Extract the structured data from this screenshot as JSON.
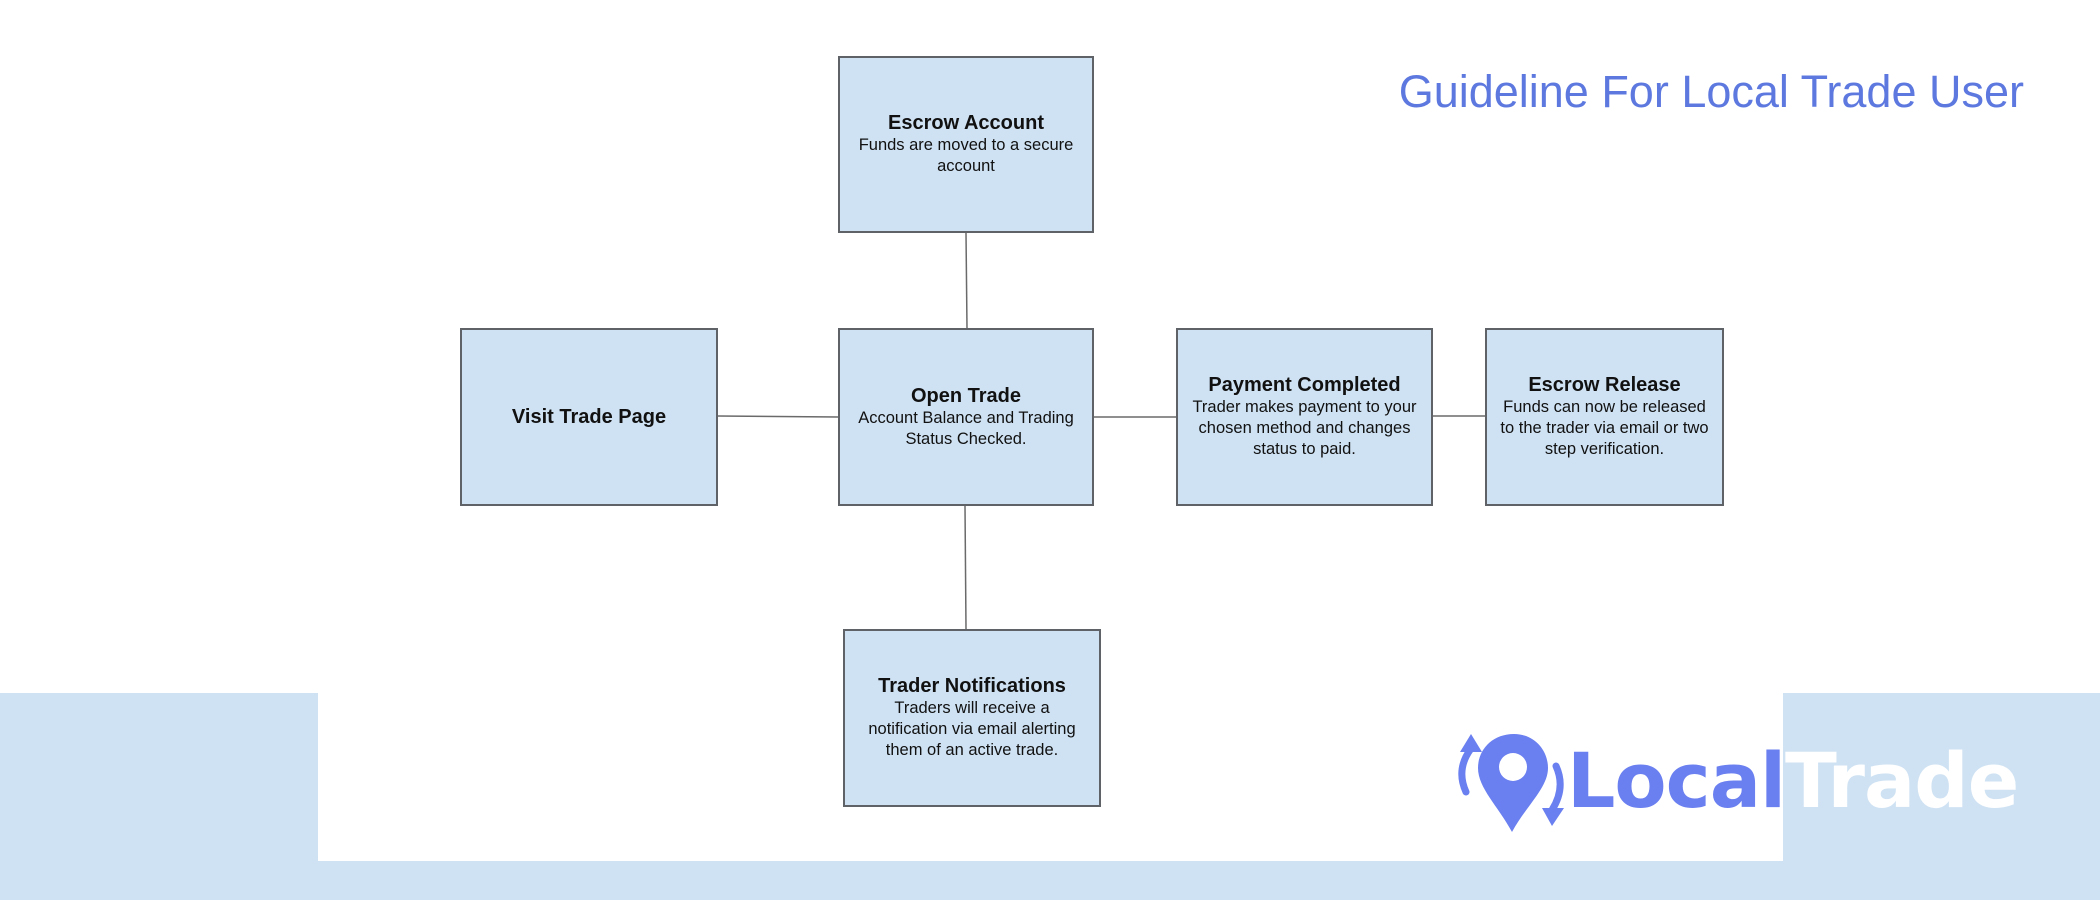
{
  "title": "Guideline For Local Trade User",
  "nodes": {
    "escrow_account": {
      "title": "Escrow Account",
      "description": "Funds are moved to a secure account"
    },
    "visit_trade_page": {
      "title": "Visit Trade Page"
    },
    "open_trade": {
      "title": "Open Trade",
      "description": "Account Balance and Trading Status Checked."
    },
    "payment_completed": {
      "title": "Payment Completed",
      "description": "Trader makes payment to your chosen method and changes status to paid."
    },
    "escrow_release": {
      "title": "Escrow Release",
      "description": "Funds can now be released to the trader via email or two step verification."
    },
    "trader_notifications": {
      "title": "Trader Notifications",
      "description": "Traders will receive a notification via email alerting them of an active trade."
    }
  },
  "edges": [
    [
      "visit_trade_page",
      "open_trade"
    ],
    [
      "open_trade",
      "escrow_account"
    ],
    [
      "open_trade",
      "payment_completed"
    ],
    [
      "payment_completed",
      "escrow_release"
    ],
    [
      "open_trade",
      "trader_notifications"
    ]
  ],
  "logo": {
    "part1": "Local",
    "part2": "Trade",
    "icon": "map-pin-exchange-icon"
  },
  "colors": {
    "box_fill": "#cfe2f3",
    "box_border": "#5f6368",
    "title_text": "#5d79e0",
    "logo_primary": "#6a7ff0",
    "band": "#cfe2f3"
  }
}
